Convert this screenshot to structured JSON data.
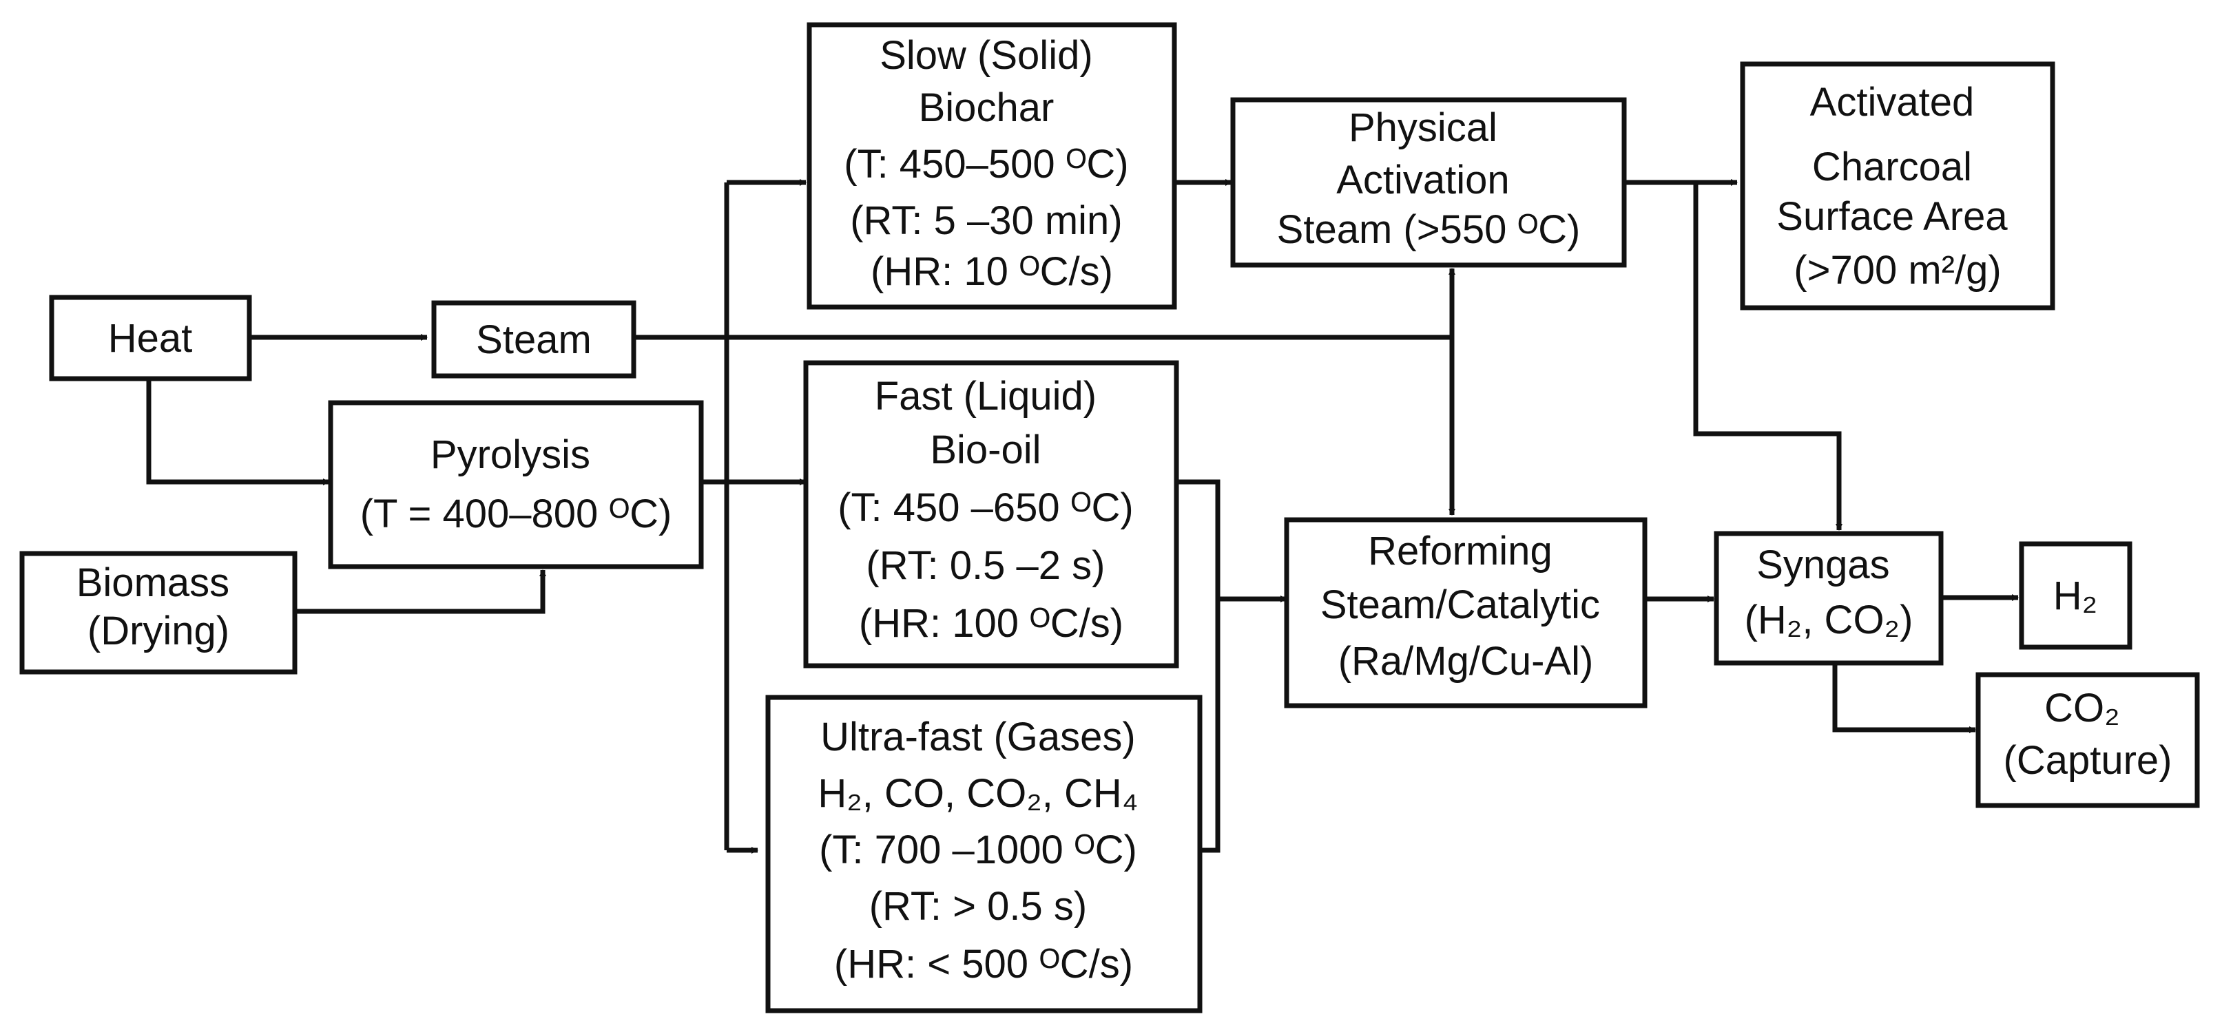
{
  "nodes": {
    "heat": {
      "lines": [
        "Heat"
      ]
    },
    "steam": {
      "lines": [
        "Steam"
      ]
    },
    "pyrolysis": {
      "lines": [
        "Pyrolysis",
        "(T = 400–800 ᴼC)"
      ]
    },
    "biomass": {
      "lines": [
        "Biomass",
        "(Drying)"
      ]
    },
    "slow": {
      "lines": [
        "Slow (Solid)",
        "Biochar",
        "(T: 450–500 ᴼC)",
        "(RT: 5 –30 min)",
        "(HR: 10 ᴼC/s)"
      ]
    },
    "fast": {
      "lines": [
        "Fast (Liquid)",
        "Bio-oil",
        "(T: 450 –650 ᴼC)",
        "(RT: 0.5 –2 s)",
        "(HR: 100 ᴼC/s)"
      ]
    },
    "ultrafast": {
      "lines": [
        "Ultra-fast (Gases)",
        "H₂, CO, CO₂, CH₄",
        "(T: 700 –1000 ᴼC)",
        "(RT: > 0.5 s)",
        "(HR: < 500 ᴼC/s)"
      ]
    },
    "physical_activation": {
      "lines": [
        "Physical",
        "Activation",
        "Steam (>550 ᴼC)"
      ]
    },
    "activated_charcoal": {
      "lines": [
        "Activated",
        "Charcoal",
        "Surface Area",
        "(>700 m²/g)"
      ]
    },
    "reforming": {
      "lines": [
        "Reforming",
        "Steam/Catalytic",
        "(Ra/Mg/Cu-Al)"
      ]
    },
    "syngas": {
      "lines": [
        "Syngas",
        "(H₂, CO₂)"
      ]
    },
    "h2": {
      "lines": [
        "H₂"
      ]
    },
    "co2": {
      "lines": [
        "CO₂",
        "(Capture)"
      ]
    }
  },
  "colors": {
    "stroke": "#111111",
    "fill": "#ffffff",
    "text": "#111111"
  }
}
